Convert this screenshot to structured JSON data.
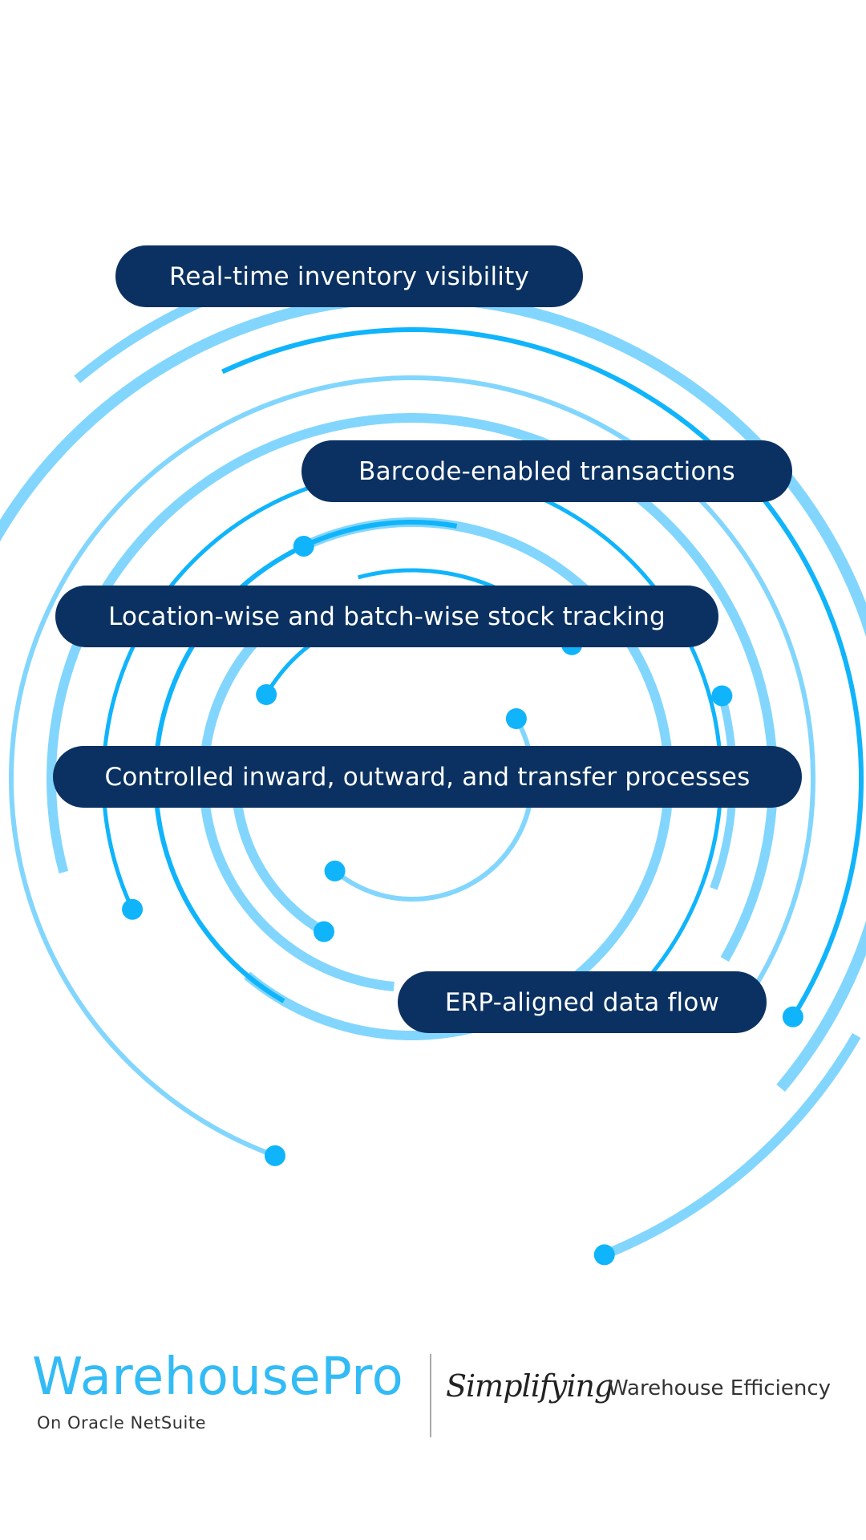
{
  "features": [
    {
      "label": "Real-time inventory visibility"
    },
    {
      "label": "Barcode-enabled transactions"
    },
    {
      "label": "Location-wise and batch-wise stock tracking"
    },
    {
      "label": "Controlled inward, outward, and transfer processes"
    },
    {
      "label": "ERP-aligned data flow"
    }
  ],
  "brand": {
    "name": "WarehousePro",
    "subtitle": "On Oracle NetSuite",
    "script_word": "Simplifying",
    "tagline": "Warehouse Efficiency"
  },
  "colors": {
    "pill_bg": "#0a3161",
    "arc_dark": "#10b4fb",
    "arc_light": "#82d6fd",
    "brand": "#33bbf5"
  },
  "decoration": {
    "type": "concentric-arcs-with-dot-endpoints"
  }
}
